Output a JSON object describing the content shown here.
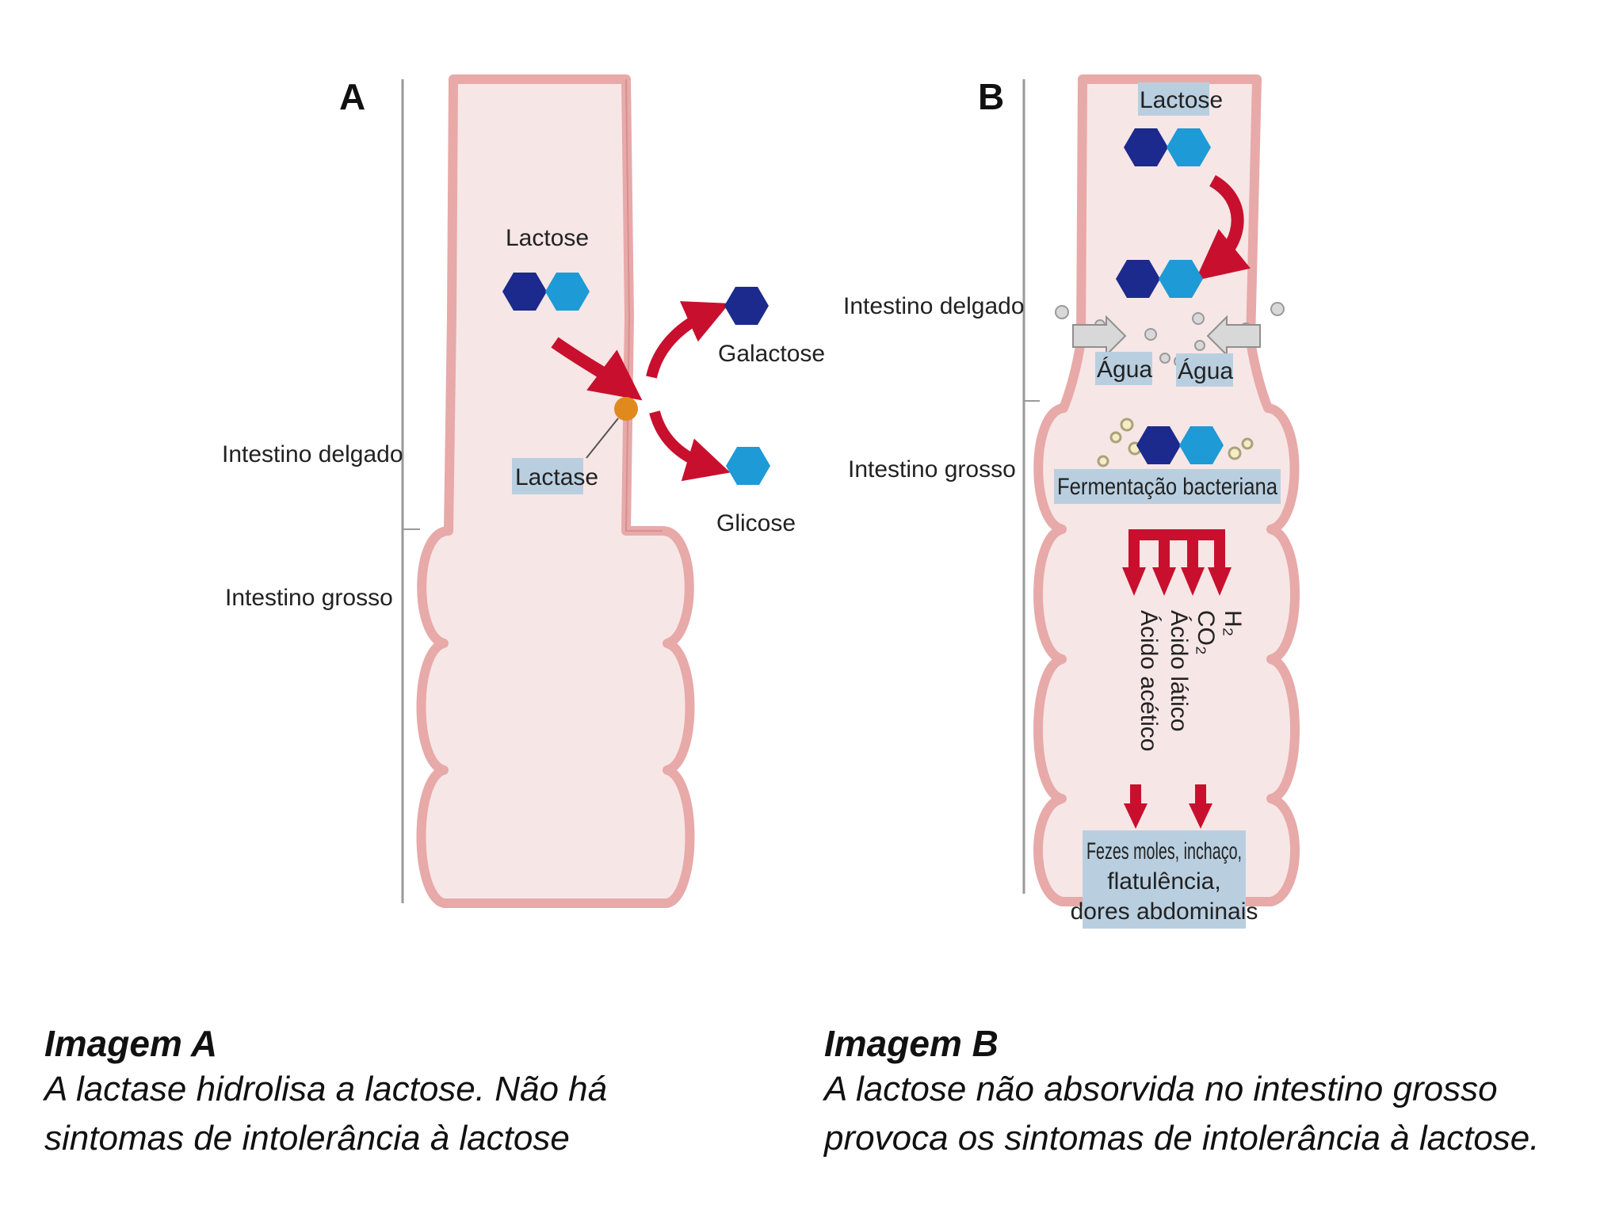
{
  "panel_a": {
    "letter": "A",
    "label_small_intestine": "Intestino delgado",
    "label_large_intestine": "Intestino grosso",
    "lactose": "Lactose",
    "lactase": "Lactase",
    "galactose": "Galactose",
    "glucose": "Glicose"
  },
  "panel_b": {
    "letter": "B",
    "label_small_intestine": "Intestino delgado",
    "label_large_intestine": "Intestino grosso",
    "lactose": "Lactose",
    "water_left": "Água",
    "water_right": "Água",
    "fermentation": "Fermentação bacteriana",
    "products": [
      "H₂",
      "CO₂",
      "Ácido lático",
      "Ácido acético"
    ],
    "symptoms": [
      "Fezes moles, inchaço,",
      "flatulência,",
      "dores abdominais"
    ]
  },
  "captions": {
    "a_title": "Imagem A",
    "a_lines": [
      "A lactase hidrolisa a lactose. Não há",
      "sintomas de intolerância à lactose"
    ],
    "b_title": "Imagem B",
    "b_lines": [
      "A lactose não absorvida no intestino grosso",
      "provoca os sintomas de intolerância à lactose."
    ]
  },
  "colors": {
    "wall": "#e8a9a9",
    "lumen": "#f7e6e6",
    "dark_blue": "#1b2a8c",
    "light_blue": "#1e9ad6",
    "arrow_red": "#c8102e",
    "highlight": "#b9cfe0",
    "enzyme": "#e08a1e"
  }
}
